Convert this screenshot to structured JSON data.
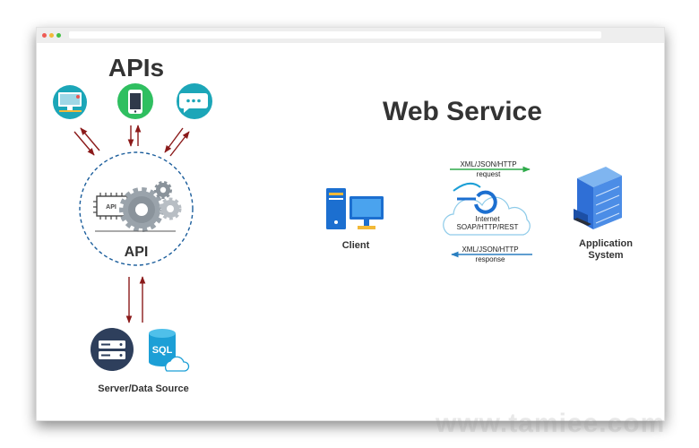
{
  "window": {
    "title_dots": [
      "red",
      "yellow",
      "green"
    ]
  },
  "left": {
    "heading": "APIs",
    "api_label": "API",
    "chip_text": "API",
    "sql_text": "SQL",
    "server_label": "Server/Data Source",
    "icons": [
      "desktop-icon",
      "mobile-phone-icon",
      "chat-bubble-icon",
      "gears-icon",
      "server-icon",
      "database-cloud-icon"
    ]
  },
  "right": {
    "heading": "Web Service",
    "client_label": "Client",
    "request_protocol": "XML/JSON/HTTP",
    "request_label": "request",
    "cloud_line1": "Internet",
    "cloud_line2": "SOAP/HTTP/REST",
    "response_protocol": "XML/JSON/HTTP",
    "response_label": "response",
    "app_label_line1": "Application",
    "app_label_line2": "System",
    "icons": [
      "computer-icon",
      "internet-explorer-icon",
      "server-rack-icon"
    ]
  },
  "colors": {
    "arrow_red": "#8b1a1a",
    "request_green": "#2eaa4a",
    "response_blue": "#2a7fc0",
    "accent_blue": "#1c6fd0",
    "circle_teal": "#1ca6b8",
    "phone_green": "#2fbf60",
    "server_navy": "#2e3f5c"
  },
  "watermark": "www.tamiee.com"
}
